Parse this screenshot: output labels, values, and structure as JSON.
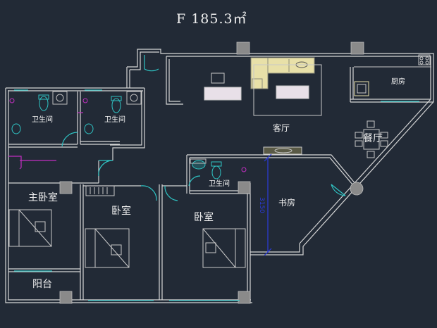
{
  "title": "F 185.3㎡",
  "rooms": {
    "living": "客厅",
    "dining": "餐厅",
    "kitchen": "厨房",
    "study": "书房",
    "master_bedroom": "主卧室",
    "bedroom_a": "卧室",
    "bedroom_b": "卧室",
    "bath_1": "卫生间",
    "bath_2": "卫生间",
    "bath_3": "卫生间",
    "balcony": "阳台"
  },
  "dimension": "3150",
  "colors": {
    "background": "#222a36",
    "wall": "#d6d6d6",
    "window": "#2fc4c4",
    "door": "#2fc4c4",
    "partition": "#c12fc1",
    "dimension": "#2b3bdc",
    "column": "#8a8a8a",
    "furniture": "#c8c8c8",
    "sofa": "#e8e0a8",
    "text": "#f0f0f0"
  }
}
